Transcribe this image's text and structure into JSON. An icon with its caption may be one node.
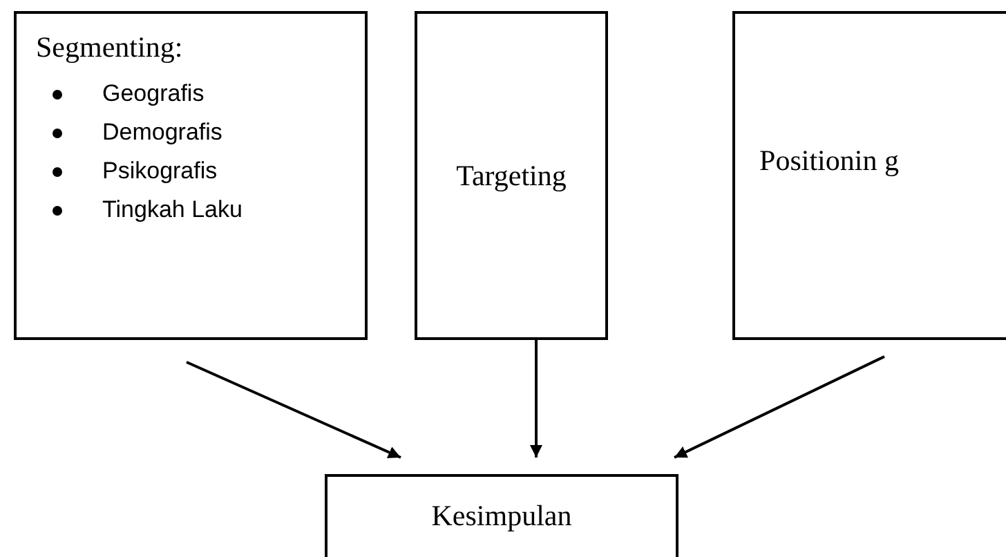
{
  "diagram": {
    "nodes": [
      {
        "text": [
          "Segmenting:",
          "Geografis",
          "Demografis",
          "Psikografis",
          "Tingkah Laku"
        ]
      },
      {
        "text": [
          "Targeting"
        ]
      },
      {
        "text": [
          "Positionin g"
        ]
      },
      {
        "text": [
          "Kesimpulan"
        ]
      }
    ],
    "edges": [
      {
        "from": 0,
        "to": 3,
        "arrow": "to"
      },
      {
        "from": 1,
        "to": 3,
        "arrow": "to"
      },
      {
        "from": 2,
        "to": 3,
        "arrow": "to"
      }
    ]
  }
}
